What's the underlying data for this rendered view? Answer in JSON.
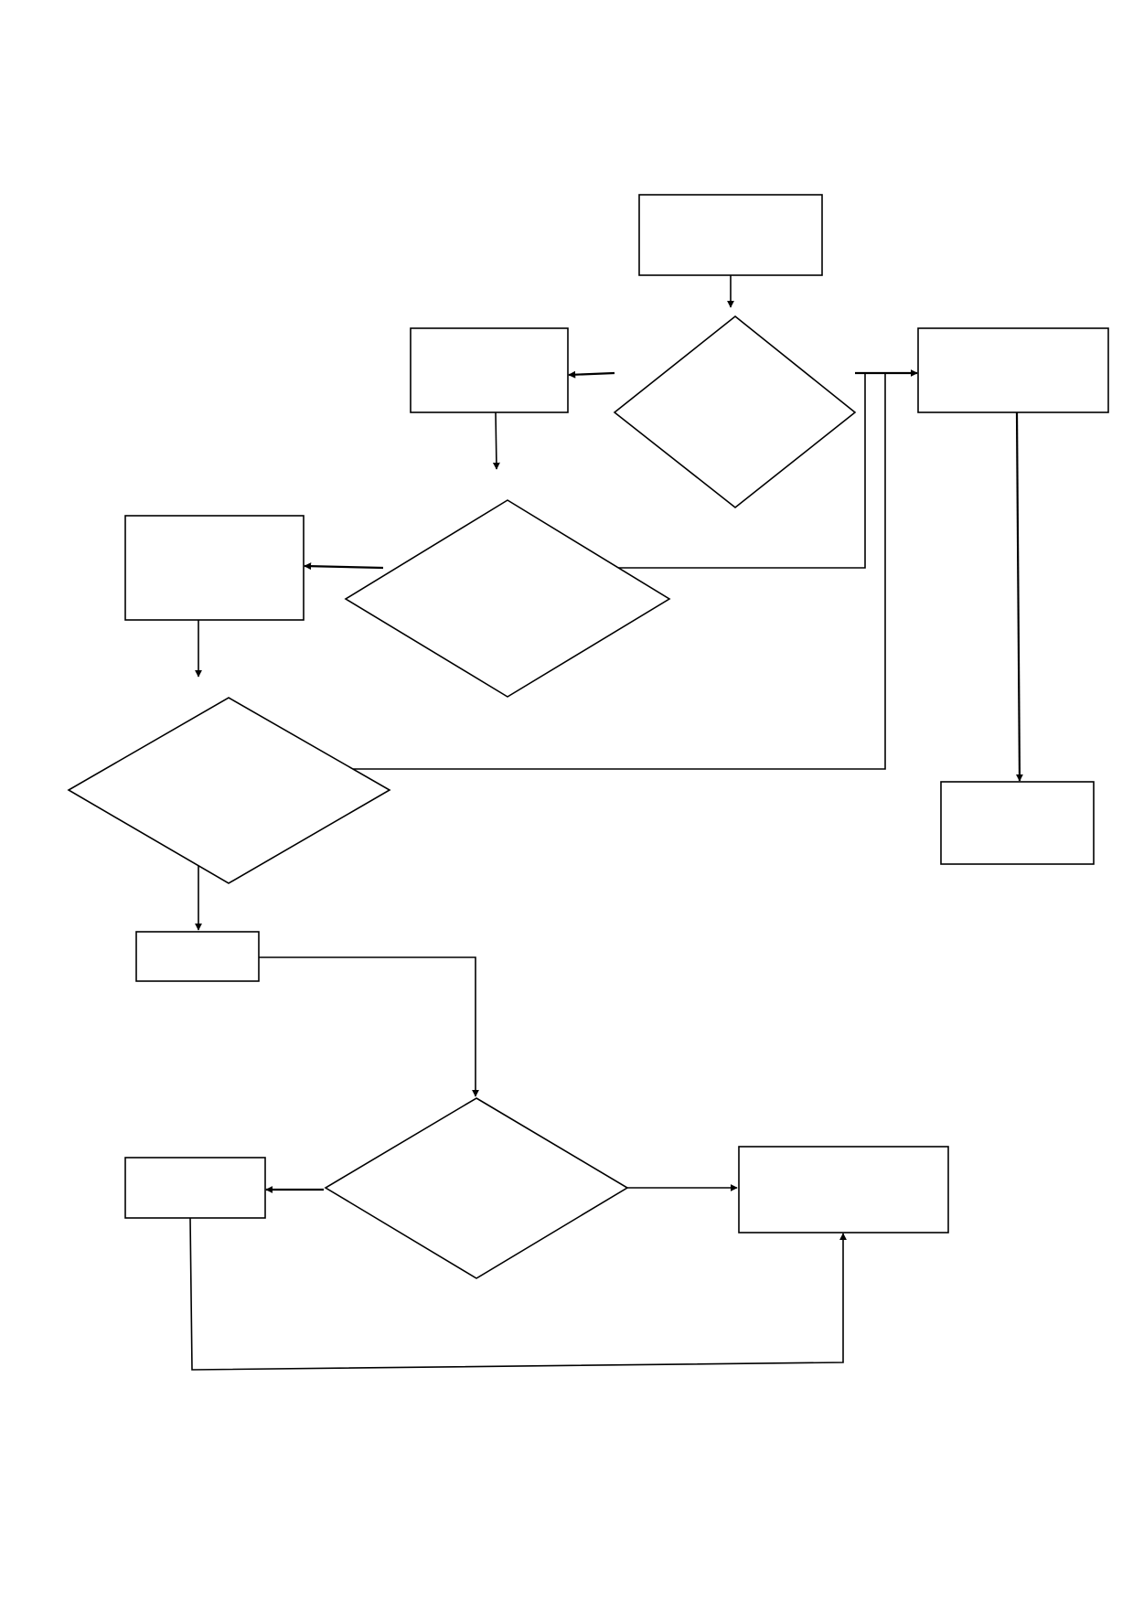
{
  "diagram": {
    "type": "flowchart",
    "nodes": [
      {
        "id": "process-top",
        "shape": "rectangle",
        "label": ""
      },
      {
        "id": "decision-1",
        "shape": "diamond",
        "label": ""
      },
      {
        "id": "process-left-1",
        "shape": "rectangle",
        "label": ""
      },
      {
        "id": "process-right-1",
        "shape": "rectangle",
        "label": ""
      },
      {
        "id": "decision-2",
        "shape": "diamond",
        "label": ""
      },
      {
        "id": "process-left-2",
        "shape": "rectangle",
        "label": ""
      },
      {
        "id": "decision-3",
        "shape": "diamond",
        "label": ""
      },
      {
        "id": "process-right-2",
        "shape": "rectangle",
        "label": ""
      },
      {
        "id": "process-small",
        "shape": "rectangle",
        "label": ""
      },
      {
        "id": "decision-4",
        "shape": "diamond",
        "label": ""
      },
      {
        "id": "process-bottom-left",
        "shape": "rectangle",
        "label": ""
      },
      {
        "id": "process-bottom-right",
        "shape": "rectangle",
        "label": ""
      }
    ],
    "edges": [
      {
        "from": "process-top",
        "to": "decision-1"
      },
      {
        "from": "decision-1",
        "to": "process-left-1"
      },
      {
        "from": "decision-1",
        "to": "process-right-1"
      },
      {
        "from": "process-left-1",
        "to": "decision-2"
      },
      {
        "from": "decision-2",
        "to": "process-left-2"
      },
      {
        "from": "decision-2",
        "to": "process-right-1"
      },
      {
        "from": "process-left-2",
        "to": "decision-3"
      },
      {
        "from": "decision-3",
        "to": "process-right-1"
      },
      {
        "from": "decision-3",
        "to": "process-small"
      },
      {
        "from": "process-right-1",
        "to": "process-right-2"
      },
      {
        "from": "process-small",
        "to": "decision-4"
      },
      {
        "from": "decision-4",
        "to": "process-bottom-left"
      },
      {
        "from": "decision-4",
        "to": "process-bottom-right"
      },
      {
        "from": "process-bottom-left",
        "to": "process-bottom-right"
      }
    ]
  }
}
